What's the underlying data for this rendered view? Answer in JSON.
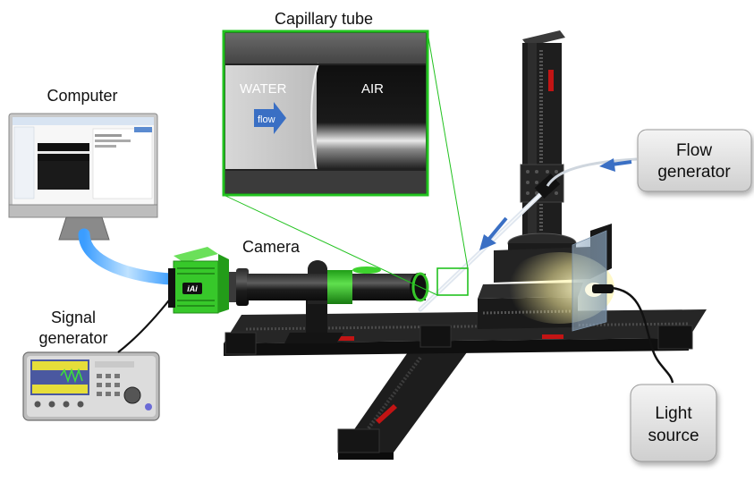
{
  "labels": {
    "capillary_tube": "Capillary tube",
    "computer": "Computer",
    "camera": "Camera",
    "signal_generator_line1": "Signal",
    "signal_generator_line2": "generator",
    "flow_generator_line1": "Flow",
    "flow_generator_line2": "generator",
    "light_source_line1": "Light",
    "light_source_line2": "source"
  },
  "inset": {
    "water": "WATER",
    "air": "AIR",
    "flow": "flow"
  },
  "camera_badge": "iAi",
  "colors": {
    "inset_border": "#22c21f",
    "arrow_blue": "#3a6fc4",
    "camera_green": "#37c82a",
    "rail_black": "#1b1b1b",
    "cable_blue": "#4aa3ff",
    "box_gray": "#e6e6e6"
  }
}
